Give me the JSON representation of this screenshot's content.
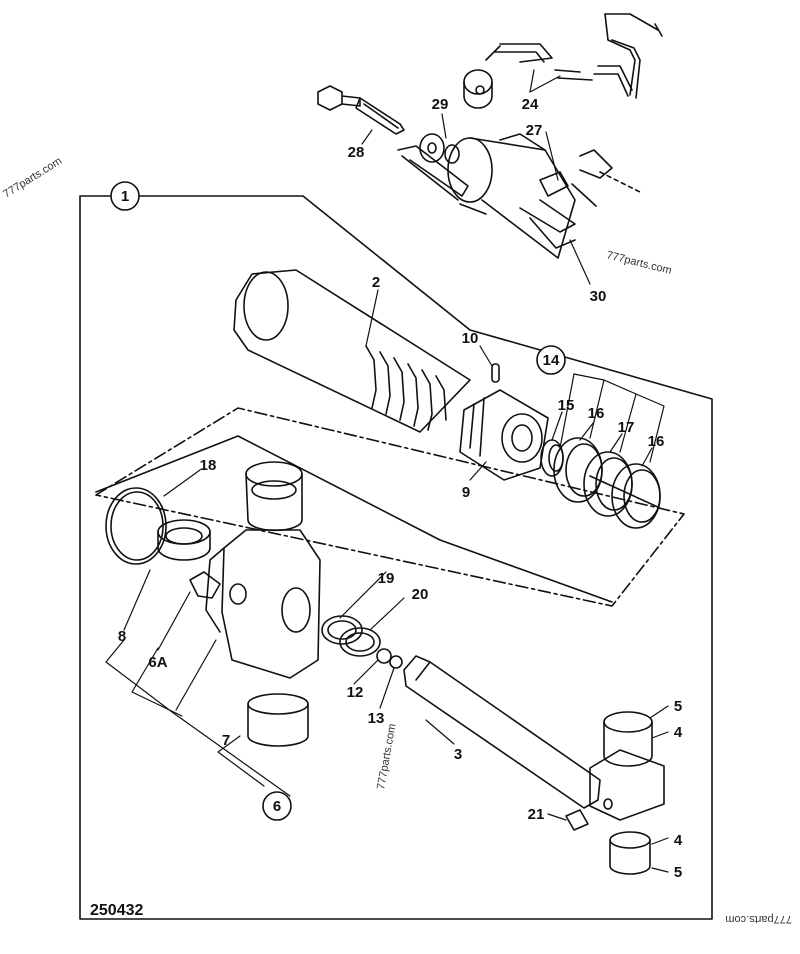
{
  "drawing_id": "250432",
  "watermark": "777parts.com",
  "callouts": {
    "c1": "1",
    "c2": "2",
    "c3": "3",
    "c4a": "4",
    "c4b": "4",
    "c5a": "5",
    "c5b": "5",
    "c6": "6",
    "c6a": "6A",
    "c7": "7",
    "c8": "8",
    "c9": "9",
    "c10": "10",
    "c12": "12",
    "c13": "13",
    "c14": "14",
    "c15": "15",
    "c16a": "16",
    "c16b": "16",
    "c17": "17",
    "c18": "18",
    "c19": "19",
    "c20": "20",
    "c21": "21",
    "c24": "24",
    "c27": "27",
    "c28": "28",
    "c29": "29",
    "c30": "30"
  }
}
